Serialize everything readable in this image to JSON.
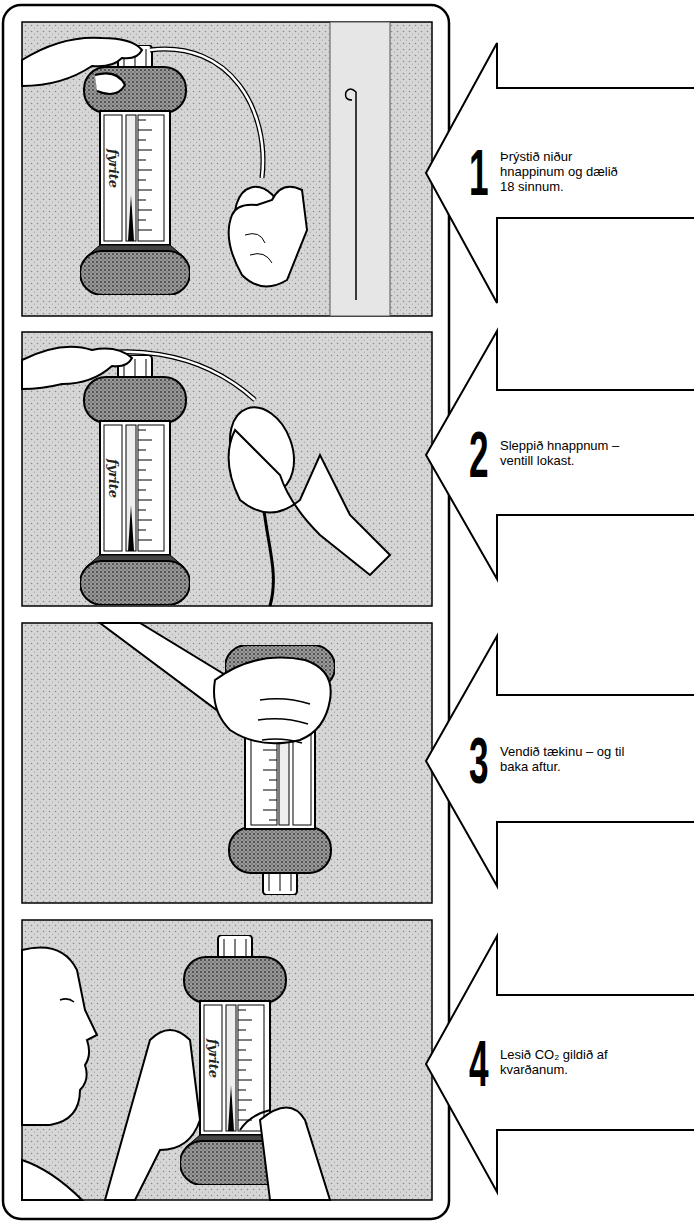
{
  "diagram": {
    "nodes": [
      {
        "text": [
          "1",
          "Þrýstið niður hnappinum og dælið 18 sinnum."
        ]
      },
      {
        "text": [
          "2",
          "Sleppið hnappnum – ventill lokast."
        ]
      },
      {
        "text": [
          "3",
          "Vendið tækinu – og til baka aftur."
        ]
      },
      {
        "text": [
          "4",
          "Lesið CO₂ gildið af kvarðanum."
        ]
      }
    ],
    "labels": [
      "fyrite",
      "fyrite",
      "fyrite"
    ]
  }
}
